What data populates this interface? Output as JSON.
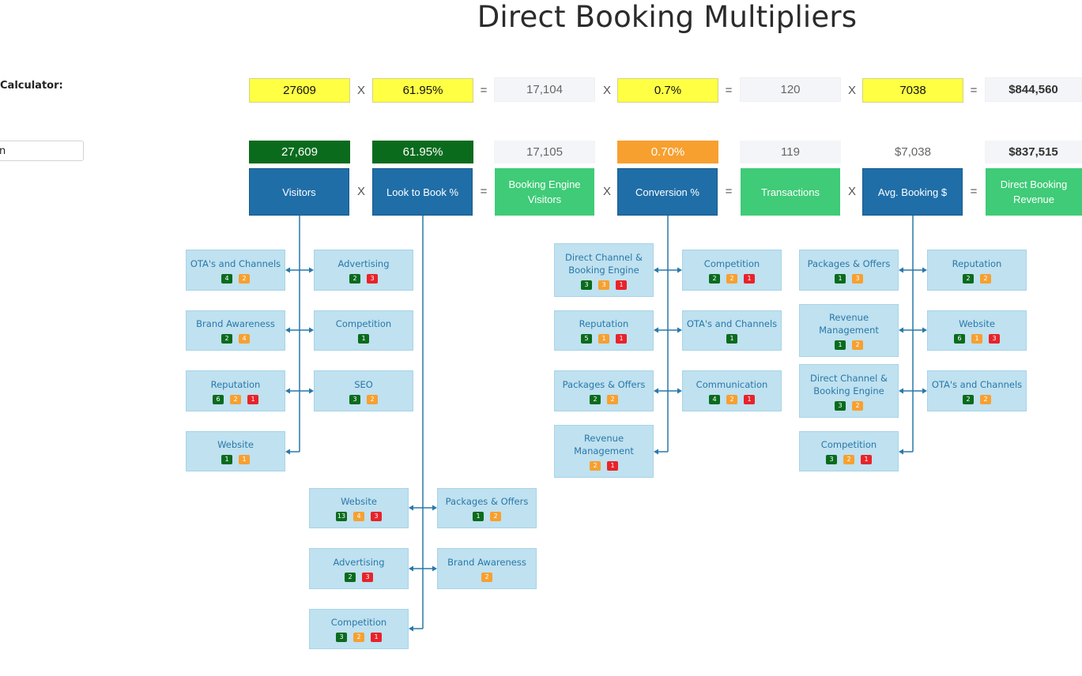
{
  "page": {
    "title": "Direct Booking Multipliers",
    "calculator_label": "Calculator:",
    "side_input_value": "n"
  },
  "calculator": {
    "visitors": "27609",
    "look_to_book": "61.95%",
    "booking_engine_visitors": "17,104",
    "conversion": "0.7%",
    "transactions": "120",
    "avg_booking": "7038",
    "revenue": "$844,560"
  },
  "actuals": {
    "visitors": "27,609",
    "look_to_book": "61.95%",
    "booking_engine_visitors": "17,105",
    "conversion": "0.70%",
    "transactions": "119",
    "avg_booking": "$7,038",
    "revenue": "$837,515"
  },
  "operators": {
    "times": "X",
    "equals": "="
  },
  "headers": {
    "visitors": "Visitors",
    "look_to_book": "Look to Book %",
    "booking_engine_visitors": "Booking Engine Visitors",
    "conversion": "Conversion %",
    "transactions": "Transactions",
    "avg_booking": "Avg. Booking $",
    "revenue": "Direct Booking Revenue"
  },
  "colors": {
    "blue": "#1f6ea8",
    "green_header": "#3fcb77",
    "yellow": "#ffff44",
    "good": "#0b6b1d",
    "warn": "#f7a030",
    "bad": "#e8232a",
    "node_bg": "#bfe1f0"
  },
  "groups": {
    "visitors_left": [
      {
        "label": "OTA's and Channels",
        "badges": [
          [
            "g",
            "4"
          ],
          [
            "o",
            "2"
          ]
        ]
      },
      {
        "label": "Brand Awareness",
        "badges": [
          [
            "g",
            "2"
          ],
          [
            "o",
            "4"
          ]
        ]
      },
      {
        "label": "Reputation",
        "badges": [
          [
            "g",
            "6"
          ],
          [
            "o",
            "2"
          ],
          [
            "r",
            "1"
          ]
        ]
      },
      {
        "label": "Website",
        "badges": [
          [
            "g",
            "1"
          ],
          [
            "o",
            "1"
          ]
        ]
      }
    ],
    "visitors_right": [
      {
        "label": "Advertising",
        "badges": [
          [
            "g",
            "2"
          ],
          [
            "r",
            "3"
          ]
        ]
      },
      {
        "label": "Competition",
        "badges": [
          [
            "g",
            "1"
          ]
        ]
      },
      {
        "label": "SEO",
        "badges": [
          [
            "g",
            "3"
          ],
          [
            "o",
            "2"
          ]
        ]
      }
    ],
    "ltb_left": [
      {
        "label": "Website",
        "badges": [
          [
            "g",
            "13"
          ],
          [
            "o",
            "4"
          ],
          [
            "r",
            "3"
          ]
        ]
      },
      {
        "label": "Advertising",
        "badges": [
          [
            "g",
            "2"
          ],
          [
            "r",
            "3"
          ]
        ]
      },
      {
        "label": "Competition",
        "badges": [
          [
            "g",
            "3"
          ],
          [
            "o",
            "2"
          ],
          [
            "r",
            "1"
          ]
        ]
      }
    ],
    "ltb_right": [
      {
        "label": "Packages & Offers",
        "badges": [
          [
            "g",
            "1"
          ],
          [
            "o",
            "2"
          ]
        ]
      },
      {
        "label": "Brand Awareness",
        "badges": [
          [
            "o",
            "2"
          ]
        ]
      }
    ],
    "conv_left": [
      {
        "label": "Direct Channel & Booking Engine",
        "badges": [
          [
            "g",
            "3"
          ],
          [
            "o",
            "3"
          ],
          [
            "r",
            "1"
          ]
        ]
      },
      {
        "label": "Reputation",
        "badges": [
          [
            "g",
            "5"
          ],
          [
            "o",
            "1"
          ],
          [
            "r",
            "1"
          ]
        ]
      },
      {
        "label": "Packages & Offers",
        "badges": [
          [
            "g",
            "2"
          ],
          [
            "o",
            "2"
          ]
        ]
      },
      {
        "label": "Revenue Management",
        "badges": [
          [
            "o",
            "2"
          ],
          [
            "r",
            "1"
          ]
        ]
      }
    ],
    "conv_right": [
      {
        "label": "Competition",
        "badges": [
          [
            "g",
            "2"
          ],
          [
            "o",
            "2"
          ],
          [
            "r",
            "1"
          ]
        ]
      },
      {
        "label": "OTA's and Channels",
        "badges": [
          [
            "g",
            "1"
          ]
        ]
      },
      {
        "label": "Communication",
        "badges": [
          [
            "g",
            "4"
          ],
          [
            "o",
            "2"
          ],
          [
            "r",
            "1"
          ]
        ]
      }
    ],
    "avg_left": [
      {
        "label": "Packages & Offers",
        "badges": [
          [
            "g",
            "1"
          ],
          [
            "o",
            "3"
          ]
        ]
      },
      {
        "label": "Revenue Management",
        "badges": [
          [
            "g",
            "1"
          ],
          [
            "o",
            "2"
          ]
        ]
      },
      {
        "label": "Direct Channel & Booking Engine",
        "badges": [
          [
            "g",
            "3"
          ],
          [
            "o",
            "2"
          ]
        ]
      },
      {
        "label": "Competition",
        "badges": [
          [
            "g",
            "3"
          ],
          [
            "o",
            "2"
          ],
          [
            "r",
            "1"
          ]
        ]
      }
    ],
    "avg_right": [
      {
        "label": "Reputation",
        "badges": [
          [
            "g",
            "2"
          ],
          [
            "o",
            "2"
          ]
        ]
      },
      {
        "label": "Website",
        "badges": [
          [
            "g",
            "6"
          ],
          [
            "o",
            "1"
          ],
          [
            "r",
            "3"
          ]
        ]
      },
      {
        "label": "OTA's and Channels",
        "badges": [
          [
            "g",
            "2"
          ],
          [
            "o",
            "2"
          ]
        ]
      }
    ]
  }
}
